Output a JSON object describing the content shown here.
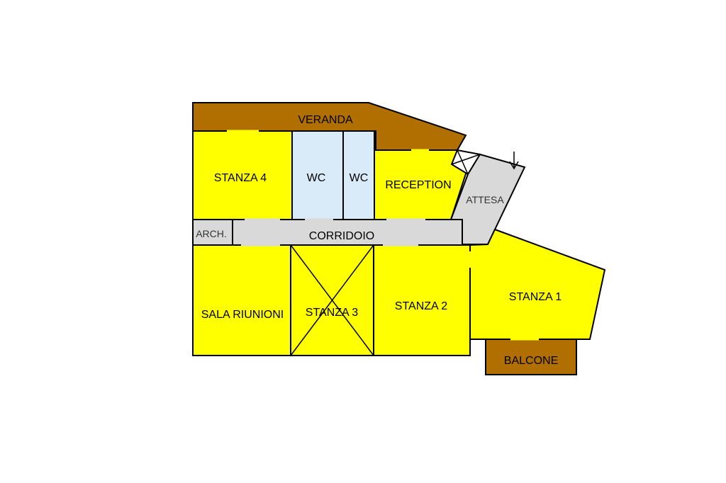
{
  "plan": {
    "rooms": {
      "veranda": "VERANDA",
      "stanza4": "STANZA 4",
      "wc1": "WC",
      "wc2": "WC",
      "reception": "RECEPTION",
      "attesa": "ATTESA",
      "archivio": "ARCH.",
      "corridoio": "CORRIDOIO",
      "sala_riunioni": "SALA RIUNIONI",
      "stanza3": "STANZA 3",
      "stanza2": "STANZA 2",
      "stanza1": "STANZA 1",
      "balcone": "BALCONE"
    },
    "colors": {
      "room_fill": "#ffff00",
      "wc_fill": "#d9eaf8",
      "corridor_fill": "#d9d9d9",
      "outdoor_fill": "#b06f00",
      "wall": "#000000"
    },
    "icons": {
      "entrance": "down-arrow-icon",
      "stairs": "crossed-box-icon"
    }
  }
}
